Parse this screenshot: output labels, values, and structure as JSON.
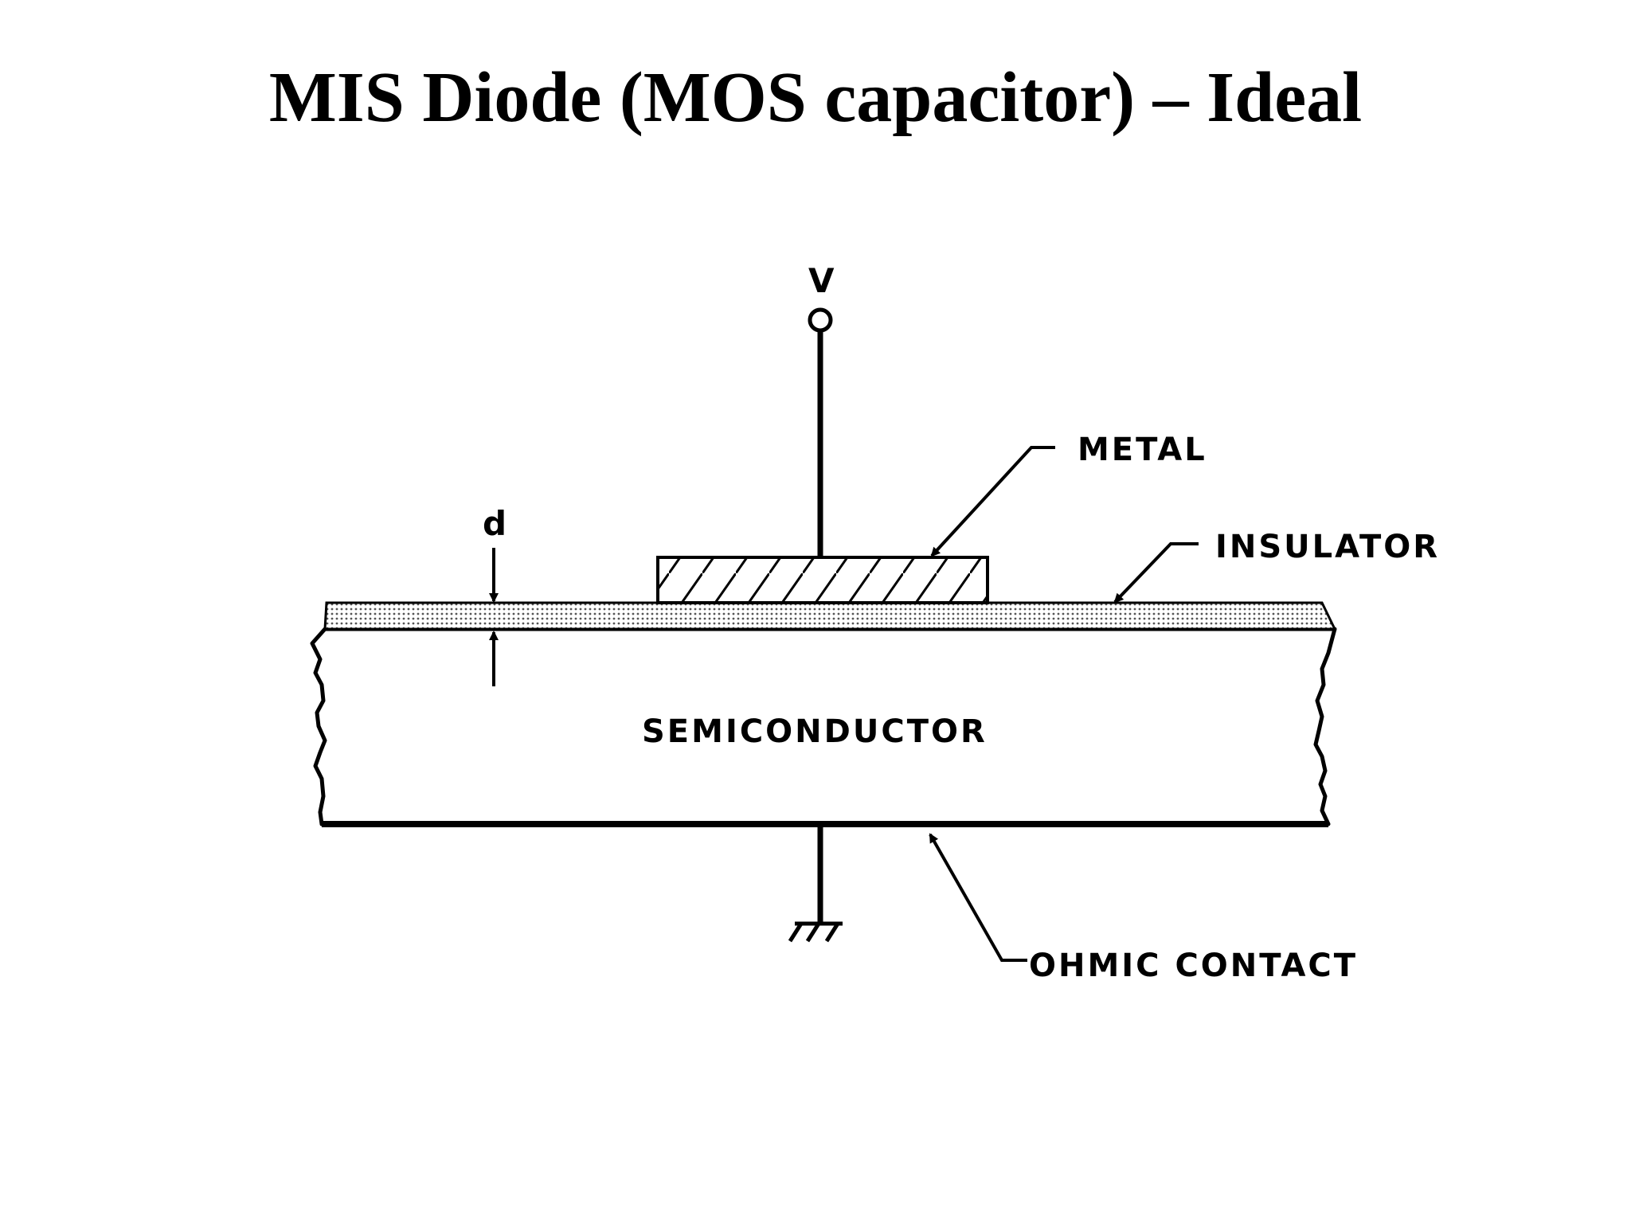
{
  "title": "MIS Diode (MOS capacitor) – Ideal",
  "diagram": {
    "labels": {
      "voltage": "V",
      "thickness": "d",
      "metal": "METAL",
      "insulator": "INSULATOR",
      "semiconductor": "SEMICONDUCTOR",
      "ohmic_contact": "OHMIC CONTACT"
    },
    "icons": [
      "terminal-circle-icon",
      "ground-symbol-icon",
      "leader-arrow-icon",
      "dimension-arrow-icon"
    ]
  },
  "colors": {
    "ink": "#000000",
    "background": "#ffffff",
    "insulator_dots": "#555555"
  }
}
